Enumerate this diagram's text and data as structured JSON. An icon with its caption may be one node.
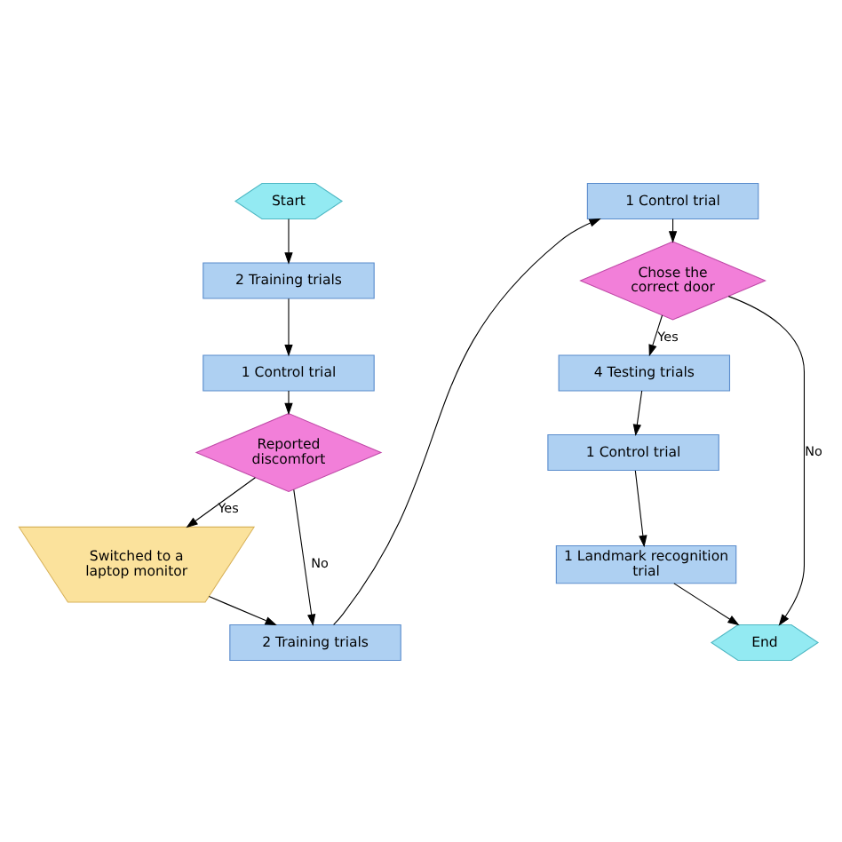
{
  "diagram": {
    "nodes": [
      {
        "text": [
          "Start"
        ]
      },
      {
        "text": [
          "2 Training trials"
        ]
      },
      {
        "text": [
          "1 Control trial"
        ]
      },
      {
        "text": [
          "Reported discomfort"
        ]
      },
      {
        "text": [
          "Switched to a laptop monitor"
        ]
      },
      {
        "text": [
          "2 Training trials"
        ]
      },
      {
        "text": [
          "1 Control trial"
        ]
      },
      {
        "text": [
          "Chose the correct door"
        ]
      },
      {
        "text": [
          "4 Testing trials"
        ]
      },
      {
        "text": [
          "1 Control trial"
        ]
      },
      {
        "text": [
          "1 Landmark recognition trial"
        ]
      },
      {
        "text": [
          "End"
        ]
      }
    ],
    "edges": [
      {
        "from": 0,
        "to": 1,
        "arrow": "to"
      },
      {
        "from": 1,
        "to": 2,
        "arrow": "to"
      },
      {
        "from": 2,
        "to": 3,
        "arrow": "to"
      },
      {
        "from": 3,
        "to": 4,
        "arrow": "to",
        "label": "Yes"
      },
      {
        "from": 3,
        "to": 5,
        "arrow": "to",
        "label": "No"
      },
      {
        "from": 4,
        "to": 5,
        "arrow": "to"
      },
      {
        "from": 5,
        "to": 6,
        "arrow": "to"
      },
      {
        "from": 6,
        "to": 7,
        "arrow": "to"
      },
      {
        "from": 7,
        "to": 8,
        "arrow": "to",
        "label": "Yes"
      },
      {
        "from": 7,
        "to": 11,
        "arrow": "to",
        "label": "No"
      },
      {
        "from": 8,
        "to": 9,
        "arrow": "to"
      },
      {
        "from": 9,
        "to": 10,
        "arrow": "to"
      },
      {
        "from": 10,
        "to": 11,
        "arrow": "to"
      }
    ]
  }
}
